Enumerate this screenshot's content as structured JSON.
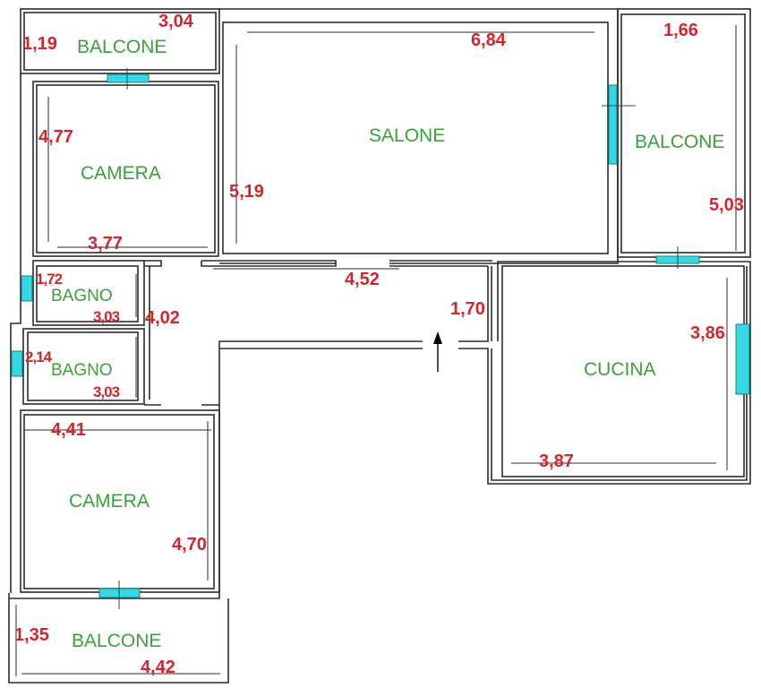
{
  "rooms": {
    "balcone_top_left": "BALCONE",
    "camera_top": "CAMERA",
    "salone": "SALONE",
    "balcone_right": "BALCONE",
    "bagno_1": "BAGNO",
    "bagno_2": "BAGNO",
    "cucina": "CUCINA",
    "camera_bottom": "CAMERA",
    "balcone_bottom": "BALCONE"
  },
  "measures": {
    "balcone_tl_w": "3,04",
    "balcone_tl_h": "1,19",
    "camera_top_h": "4,77",
    "camera_top_w": "3,77",
    "salone_w": "6,84",
    "salone_h": "5,19",
    "balcone_r_w": "1,66",
    "balcone_r_h": "5,03",
    "corridor_w": "4,52",
    "bagno1_h": "1,72",
    "bagno1_w": "3,03",
    "corridor_h": "4,02",
    "entry_w": "1,70",
    "cucina_h": "3,86",
    "bagno2_h": "2,14",
    "bagno2_w": "3,03",
    "cucina_w": "3,87",
    "camera_bottom_w": "4,41",
    "camera_bottom_h": "4,70",
    "balcone_b_h": "1,35",
    "balcone_b_w": "4,42"
  },
  "colors": {
    "room_label": "#3aa03a",
    "measure": "#d0262e",
    "window": "#36d9e3",
    "wall": "#2b2b2b"
  }
}
